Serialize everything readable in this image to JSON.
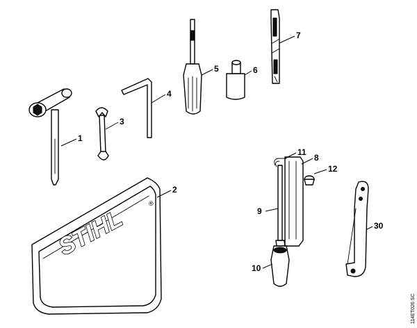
{
  "diagram": {
    "callouts": [
      {
        "id": "1",
        "label": "1"
      },
      {
        "id": "2",
        "label": "2"
      },
      {
        "id": "3",
        "label": "3"
      },
      {
        "id": "4",
        "label": "4"
      },
      {
        "id": "5",
        "label": "5"
      },
      {
        "id": "6",
        "label": "6"
      },
      {
        "id": "7",
        "label": "7"
      },
      {
        "id": "8",
        "label": "8"
      },
      {
        "id": "9",
        "label": "9"
      },
      {
        "id": "10",
        "label": "10"
      },
      {
        "id": "11",
        "label": "11"
      },
      {
        "id": "12",
        "label": "12"
      },
      {
        "id": "30",
        "label": "30"
      }
    ],
    "logo_text": "STIHL",
    "logo_mark": "®",
    "drawing_code": "114ET026 SC"
  }
}
